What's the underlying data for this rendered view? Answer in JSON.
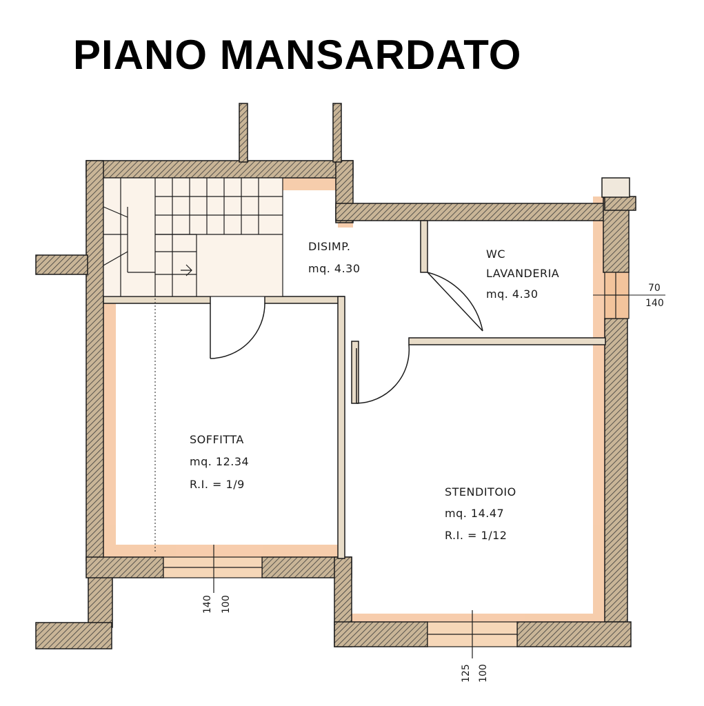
{
  "title": "PIANO MANSARDATO",
  "colors": {
    "wall_fill": "#bfa98a",
    "wall_highlight": "#f0b98c",
    "hatch": "#3a3a3a",
    "line": "#1a1a1a"
  },
  "rooms": {
    "disimp": {
      "name": "DISIMP.",
      "area": "mq. 4.30"
    },
    "wc": {
      "name": "WC",
      "name2": "LAVANDERIA",
      "area": "mq. 4.30"
    },
    "soffitta": {
      "name": "SOFFITTA",
      "area": "mq. 12.34",
      "ri": "R.I. = 1/9"
    },
    "stenditoio": {
      "name": "STENDITOIO",
      "area": "mq. 14.47",
      "ri": "R.I. = 1/12"
    }
  },
  "windows": {
    "wc": {
      "top": "70",
      "bottom": "140"
    },
    "soffitta": {
      "top": "140",
      "bottom": "100"
    },
    "stenditoio": {
      "top": "125",
      "bottom": "100"
    }
  }
}
